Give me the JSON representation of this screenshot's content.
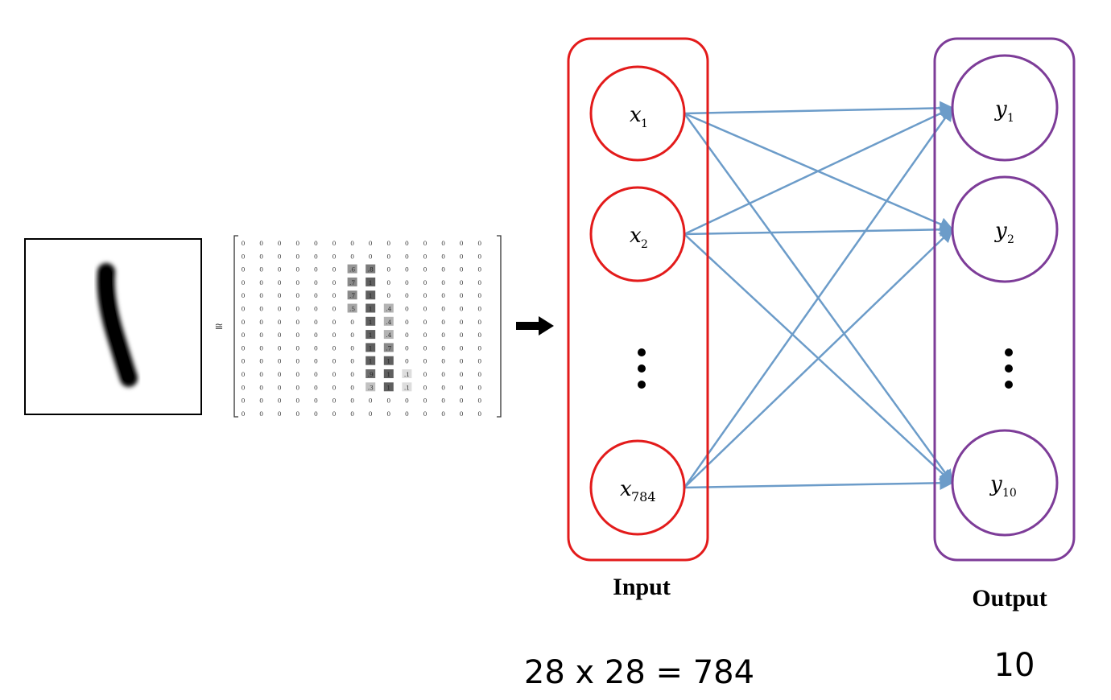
{
  "approx_symbol": "≅",
  "pixel_matrix": [
    [
      "0",
      "0",
      "0",
      "0",
      "0",
      "0",
      "0",
      "0",
      "0",
      "0",
      "0",
      "0",
      "0",
      "0"
    ],
    [
      "0",
      "0",
      "0",
      "0",
      "0",
      "0",
      "0",
      "0",
      "0",
      "0",
      "0",
      "0",
      "0",
      "0"
    ],
    [
      "0",
      "0",
      "0",
      "0",
      "0",
      "0",
      ".6",
      ".8",
      "0",
      "0",
      "0",
      "0",
      "0",
      "0"
    ],
    [
      "0",
      "0",
      "0",
      "0",
      "0",
      "0",
      ".7",
      "1",
      "0",
      "0",
      "0",
      "0",
      "0",
      "0"
    ],
    [
      "0",
      "0",
      "0",
      "0",
      "0",
      "0",
      ".7",
      "1",
      "0",
      "0",
      "0",
      "0",
      "0",
      "0"
    ],
    [
      "0",
      "0",
      "0",
      "0",
      "0",
      "0",
      ".5",
      "1",
      ".4",
      "0",
      "0",
      "0",
      "0",
      "0"
    ],
    [
      "0",
      "0",
      "0",
      "0",
      "0",
      "0",
      "0",
      "1",
      ".4",
      "0",
      "0",
      "0",
      "0",
      "0"
    ],
    [
      "0",
      "0",
      "0",
      "0",
      "0",
      "0",
      "0",
      "1",
      ".4",
      "0",
      "0",
      "0",
      "0",
      "0"
    ],
    [
      "0",
      "0",
      "0",
      "0",
      "0",
      "0",
      "0",
      "1",
      ".7",
      "0",
      "0",
      "0",
      "0",
      "0"
    ],
    [
      "0",
      "0",
      "0",
      "0",
      "0",
      "0",
      "0",
      "1",
      "1",
      "0",
      "0",
      "0",
      "0",
      "0"
    ],
    [
      "0",
      "0",
      "0",
      "0",
      "0",
      "0",
      "0",
      ".9",
      "1",
      ".1",
      "0",
      "0",
      "0",
      "0"
    ],
    [
      "0",
      "0",
      "0",
      "0",
      "0",
      "0",
      "0",
      ".3",
      "1",
      ".1",
      "0",
      "0",
      "0",
      "0"
    ],
    [
      "0",
      "0",
      "0",
      "0",
      "0",
      "0",
      "0",
      "0",
      "0",
      "0",
      "0",
      "0",
      "0",
      "0"
    ],
    [
      "0",
      "0",
      "0",
      "0",
      "0",
      "0",
      "0",
      "0",
      "0",
      "0",
      "0",
      "0",
      "0",
      "0"
    ]
  ],
  "input_nodes": [
    {
      "var": "x",
      "sub": "1"
    },
    {
      "var": "x",
      "sub": "2"
    },
    {
      "var": "x",
      "sub": "784"
    }
  ],
  "output_nodes": [
    {
      "var": "y",
      "sub": "1"
    },
    {
      "var": "y",
      "sub": "2"
    },
    {
      "var": "y",
      "sub": "10"
    }
  ],
  "labels": {
    "input": "Input",
    "output": "Output",
    "input_size": "28 x 28 = 784",
    "output_size": "10"
  },
  "colors": {
    "input_layer": "#e31b1b",
    "output_layer": "#7d3c98",
    "connection": "#6c9cc9",
    "arrow": "#000000"
  },
  "icons": {
    "arrow": "right-arrow-icon",
    "ellipsis": "vertical-ellipsis-icon"
  }
}
